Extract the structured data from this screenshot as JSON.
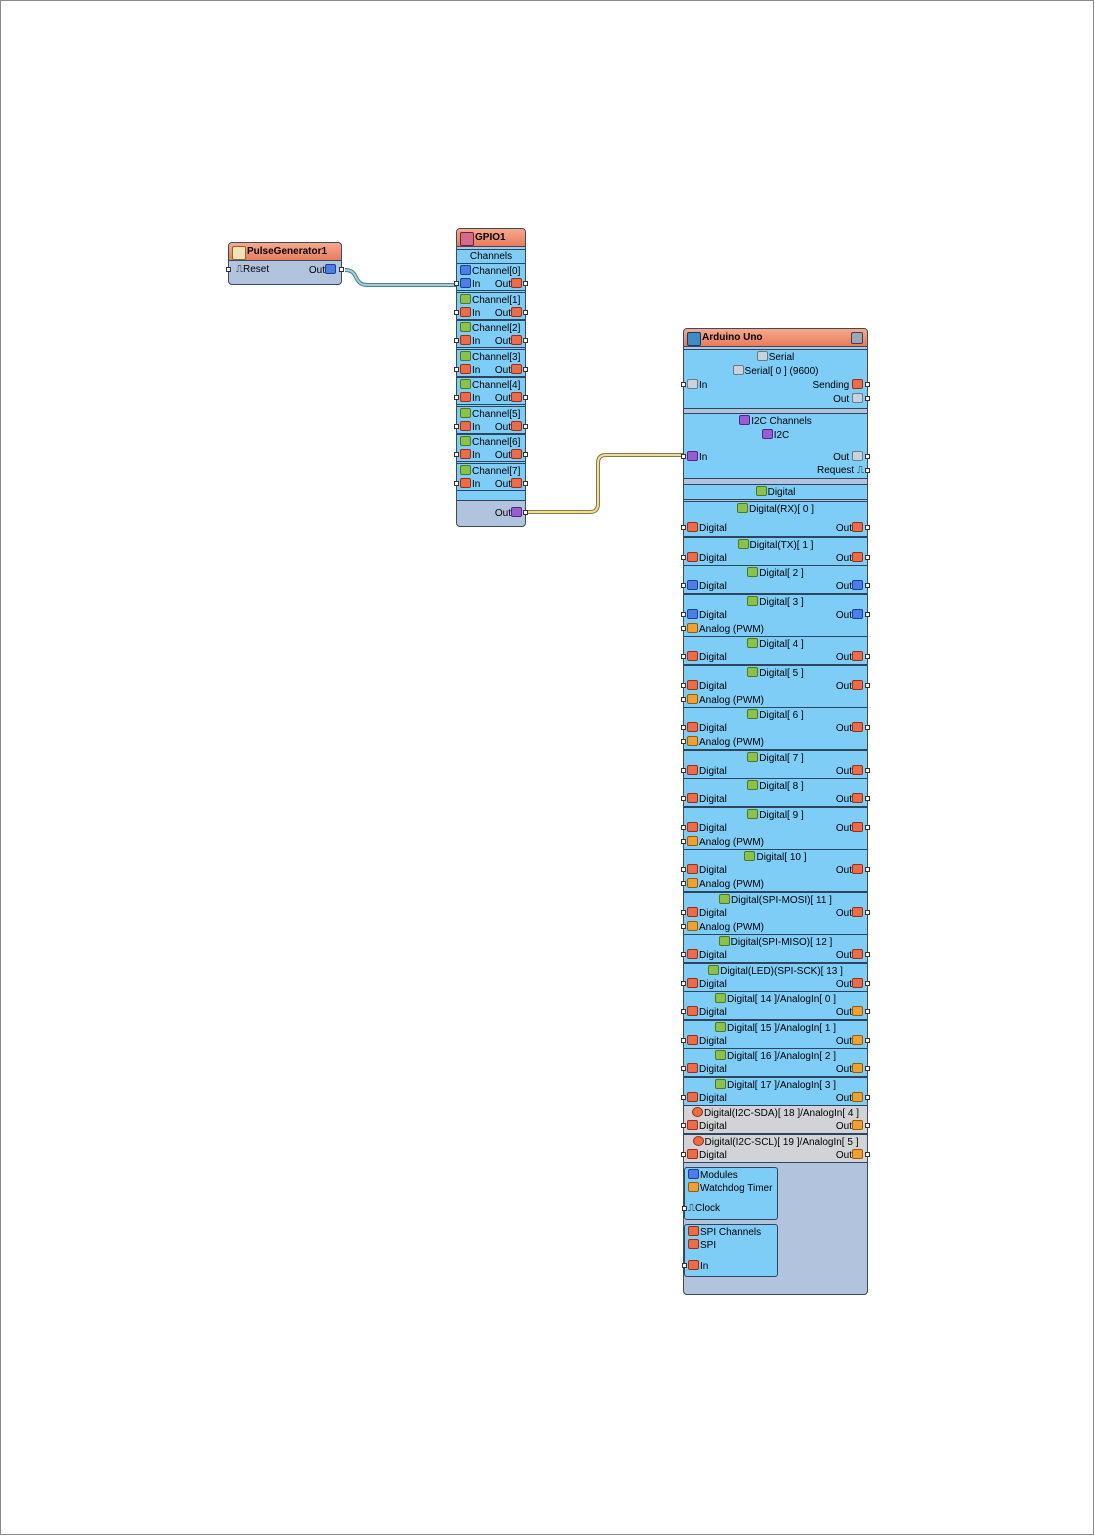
{
  "pulse": {
    "title": "PulseGenerator1",
    "reset": "Reset",
    "out": "Out"
  },
  "gpio": {
    "title": "GPIO1",
    "channels_label": "Channels",
    "channels": [
      "Channel[0]",
      "Channel[1]",
      "Channel[2]",
      "Channel[3]",
      "Channel[4]",
      "Channel[5]",
      "Channel[6]",
      "Channel[7]"
    ],
    "in_label": "In",
    "out_label": "Out",
    "bus_out": "Out"
  },
  "arduino": {
    "title": "Arduino Uno",
    "serial": {
      "group": "Serial",
      "item": "Serial[ 0 ] (9600)",
      "in": "In",
      "sending": "Sending",
      "out": "Out"
    },
    "i2c": {
      "group": "I2C Channels",
      "item": "I2C",
      "in": "In",
      "out": "Out",
      "request": "Request"
    },
    "digital_group": "Digital",
    "digital_label": "Digital",
    "out_label": "Out",
    "pwm_label": "Analog (PWM)",
    "pins": [
      {
        "title": "Digital(RX)[ 0 ]"
      },
      {
        "title": "Digital(TX)[ 1 ]"
      },
      {
        "title": "Digital[ 2 ]"
      },
      {
        "title": "Digital[ 3 ]"
      },
      {
        "title": "Digital[ 4 ]"
      },
      {
        "title": "Digital[ 5 ]"
      },
      {
        "title": "Digital[ 6 ]"
      },
      {
        "title": "Digital[ 7 ]"
      },
      {
        "title": "Digital[ 8 ]"
      },
      {
        "title": "Digital[ 9 ]"
      },
      {
        "title": "Digital[ 10 ]"
      },
      {
        "title": "Digital(SPI-MOSI)[ 11 ]"
      },
      {
        "title": "Digital(SPI-MISO)[ 12 ]"
      },
      {
        "title": "Digital(LED)(SPI-SCK)[ 13 ]"
      },
      {
        "title": "Digital[ 14 ]/AnalogIn[ 0 ]"
      },
      {
        "title": "Digital[ 15 ]/AnalogIn[ 1 ]"
      },
      {
        "title": "Digital[ 16 ]/AnalogIn[ 2 ]"
      },
      {
        "title": "Digital[ 17 ]/AnalogIn[ 3 ]"
      },
      {
        "title": "Digital(I2C-SDA)[ 18 ]/AnalogIn[ 4 ]"
      },
      {
        "title": "Digital(I2C-SCL)[ 19 ]/AnalogIn[ 5 ]"
      }
    ],
    "modules": {
      "group": "Modules",
      "watchdog": "Watchdog Timer",
      "clock": "Clock"
    },
    "spi": {
      "group": "SPI Channels",
      "item": "SPI",
      "in": "In"
    }
  },
  "colors": {
    "body": "#b1c3dd",
    "section": "#7dcdf7",
    "header": "#f08a68",
    "disabled": "#d1d3d6",
    "wire_pulse": "#8ab8c8",
    "wire_i2c": "#d9c88e"
  }
}
